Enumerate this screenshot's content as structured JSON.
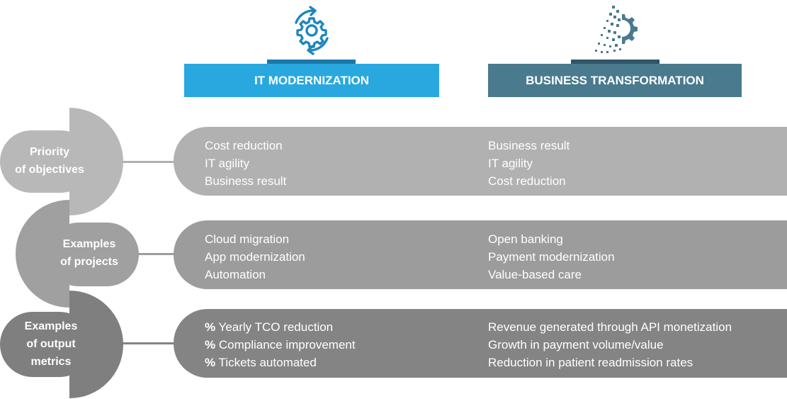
{
  "colors": {
    "it_header": "#29a8e0",
    "it_header_tab": "#1a78a8",
    "bt_header": "#4a7a8e",
    "bt_header_tab": "#2f5566",
    "row1": "#b1b1b1",
    "row2": "#9c9c9c",
    "row3": "#848484",
    "label1": "#b8b8b8",
    "label2": "#a0a0a0",
    "label3": "#7f7f7f"
  },
  "columns": {
    "it": {
      "title": "IT MODERNIZATION",
      "icon": "gear-cycle-icon"
    },
    "bt": {
      "title": "BUSINESS TRANSFORMATION",
      "icon": "digital-gear-icon"
    }
  },
  "rows": [
    {
      "label_lines": [
        "Priority",
        "of objectives"
      ],
      "it_items": [
        "Cost reduction",
        "IT agility",
        "Business result"
      ],
      "bt_items": [
        "Business result",
        "IT agility",
        "Cost reduction"
      ]
    },
    {
      "label_lines": [
        "Examples",
        "of projects"
      ],
      "it_items": [
        "Cloud migration",
        "App modernization",
        "Automation"
      ],
      "bt_items": [
        "Open banking",
        "Payment modernization",
        "Value-based care"
      ]
    },
    {
      "label_lines": [
        "Examples",
        "of output",
        "metrics"
      ],
      "it_items": [
        {
          "prefix": "%",
          "text": "Yearly TCO reduction"
        },
        {
          "prefix": "%",
          "text": "Compliance improvement"
        },
        {
          "prefix": "%",
          "text": "Tickets automated"
        }
      ],
      "bt_items": [
        "Revenue generated through API monetization",
        "Growth in payment volume/value",
        "Reduction in patient readmission rates"
      ]
    }
  ]
}
